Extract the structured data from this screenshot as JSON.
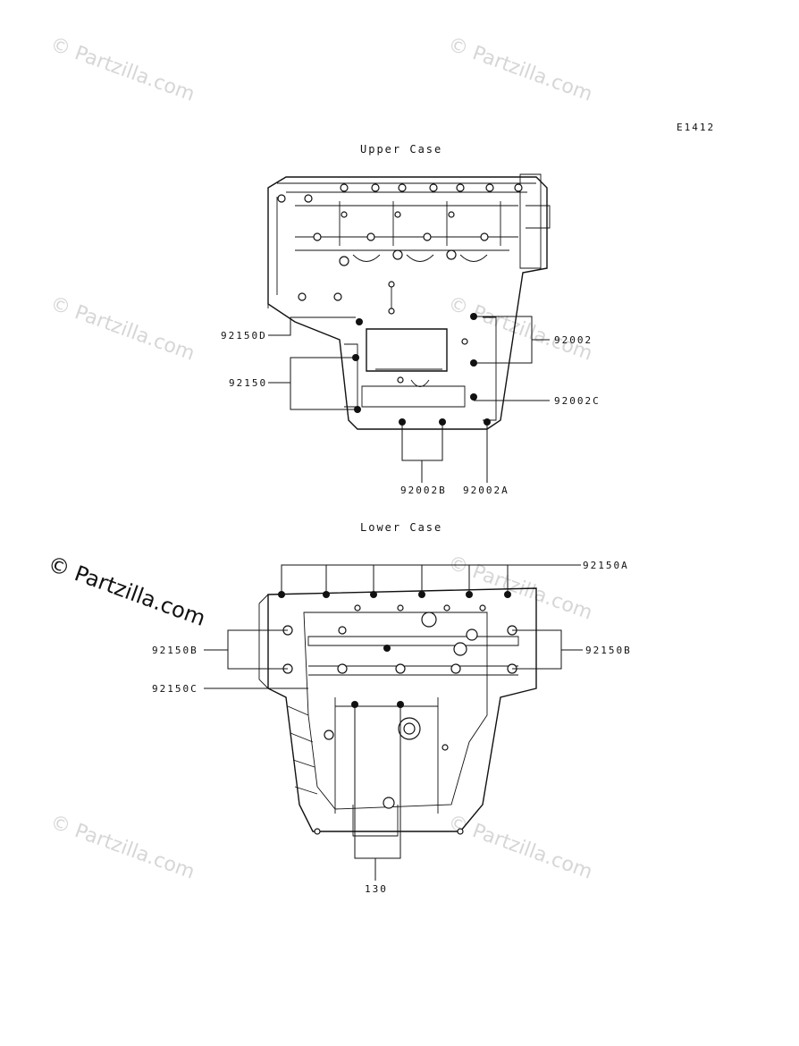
{
  "diagram_code": "E1412",
  "upper_case": {
    "title": "Upper Case",
    "labels": {
      "p92150D": "92150D",
      "p92150": "92150",
      "p92002": "92002",
      "p92002C": "92002C",
      "p92002B": "92002B",
      "p92002A": "92002A"
    }
  },
  "lower_case": {
    "title": "Lower Case",
    "labels": {
      "p92150A": "92150A",
      "p92150B_left": "92150B",
      "p92150B_right": "92150B",
      "p92150C": "92150C",
      "p130": "130"
    }
  },
  "watermarks": {
    "faint": "© Partzilla.com",
    "prominent": "© Partzilla.com"
  },
  "colors": {
    "line": "#111111",
    "watermark": "#d6d6d6",
    "background": "#ffffff"
  }
}
